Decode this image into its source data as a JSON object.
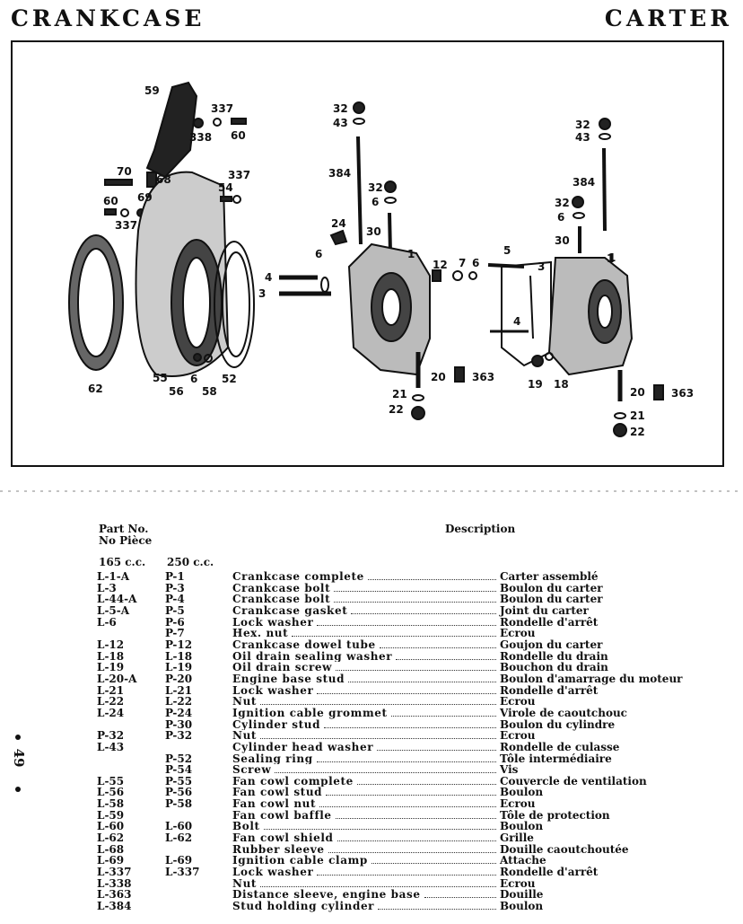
{
  "header": {
    "title_en": "CRANKCASE",
    "title_fr": "CARTER"
  },
  "diagram": {
    "callouts": [
      "59",
      "337",
      "338",
      "60",
      "70",
      "68",
      "337",
      "54",
      "60",
      "69",
      "337",
      "62",
      "55",
      "56",
      "6",
      "58",
      "52",
      "32",
      "43",
      "384",
      "32",
      "6",
      "24",
      "30",
      "6",
      "4",
      "3",
      "1",
      "12",
      "7",
      "6",
      "20",
      "363",
      "21",
      "22",
      "5",
      "1",
      "3",
      "4",
      "19",
      "18",
      "32",
      "43",
      "384",
      "32",
      "6",
      "30",
      "1",
      "20",
      "363",
      "21",
      "22"
    ]
  },
  "table": {
    "header_part": "Part No.",
    "header_part_fr": "No Pièce",
    "header_desc": "Description",
    "cc_165": "165 c.c.",
    "cc_250": "250 c.c.",
    "rows": [
      {
        "p165": "L-1-A",
        "p250": "P-1",
        "desc": "Crankcase complete",
        "fr": "Carter assemblé"
      },
      {
        "p165": "L-3",
        "p250": "P-3",
        "desc": "Crankcase bolt",
        "fr": "Boulon du carter"
      },
      {
        "p165": "L-44-A",
        "p250": "P-4",
        "desc": "Crankcase bolt",
        "fr": "Boulon du carter"
      },
      {
        "p165": "L-5-A",
        "p250": "P-5",
        "desc": "Crankcase gasket",
        "fr": "Joint du carter"
      },
      {
        "p165": "L-6",
        "p250": "P-6",
        "desc": "Lock washer",
        "fr": "Rondelle d'arrêt"
      },
      {
        "p165": "",
        "p250": "P-7",
        "desc": "Hex. nut",
        "fr": "Ecrou"
      },
      {
        "p165": "L-12",
        "p250": "P-12",
        "desc": "Crankcase dowel tube",
        "fr": "Goujon du carter"
      },
      {
        "p165": "L-18",
        "p250": "L-18",
        "desc": "Oil drain sealing washer",
        "fr": "Rondelle du drain"
      },
      {
        "p165": "L-19",
        "p250": "L-19",
        "desc": "Oil drain screw",
        "fr": "Bouchon du drain"
      },
      {
        "p165": "L-20-A",
        "p250": "P-20",
        "desc": "Engine base stud",
        "fr": "Boulon d'amarrage du moteur"
      },
      {
        "p165": "L-21",
        "p250": "L-21",
        "desc": "Lock washer",
        "fr": "Rondelle d'arrêt"
      },
      {
        "p165": "L-22",
        "p250": "L-22",
        "desc": "Nut",
        "fr": "Ecrou"
      },
      {
        "p165": "L-24",
        "p250": "P-24",
        "desc": "Ignition cable grommet",
        "fr": "Virole de caoutchouc"
      },
      {
        "p165": "",
        "p250": "P-30",
        "desc": "Cylinder stud",
        "fr": "Boulon du cylindre"
      },
      {
        "p165": "P-32",
        "p250": "P-32",
        "desc": "Nut",
        "fr": "Ecrou"
      },
      {
        "p165": "L-43",
        "p250": "",
        "desc": "Cylinder head washer",
        "fr": "Rondelle de culasse"
      },
      {
        "p165": "",
        "p250": "P-52",
        "desc": "Sealing ring",
        "fr": "Tôle intermédiaire"
      },
      {
        "p165": "",
        "p250": "P-54",
        "desc": "Screw",
        "fr": "Vis"
      },
      {
        "p165": "L-55",
        "p250": "P-55",
        "desc": "Fan cowl complete",
        "fr": "Couvercle de ventilation"
      },
      {
        "p165": "L-56",
        "p250": "P-56",
        "desc": "Fan cowl stud",
        "fr": "Boulon"
      },
      {
        "p165": "L-58",
        "p250": "P-58",
        "desc": "Fan cowl nut",
        "fr": "Ecrou"
      },
      {
        "p165": "L-59",
        "p250": "",
        "desc": "Fan cowl baffle",
        "fr": "Tôle de protection"
      },
      {
        "p165": "L-60",
        "p250": "L-60",
        "desc": "Bolt",
        "fr": "Boulon"
      },
      {
        "p165": "L-62",
        "p250": "L-62",
        "desc": "Fan cowl shield",
        "fr": "Grille"
      },
      {
        "p165": "L-68",
        "p250": "",
        "desc": "Rubber sleeve",
        "fr": "Douille caoutchoutée"
      },
      {
        "p165": "L-69",
        "p250": "L-69",
        "desc": "Ignition cable clamp",
        "fr": "Attache"
      },
      {
        "p165": "L-337",
        "p250": "L-337",
        "desc": "Lock washer",
        "fr": "Rondelle d'arrêt"
      },
      {
        "p165": "L-338",
        "p250": "",
        "desc": "Nut",
        "fr": "Ecrou"
      },
      {
        "p165": "L-363",
        "p250": "",
        "desc": "Distance sleeve, engine base",
        "fr": "Douille"
      },
      {
        "p165": "L-384",
        "p250": "",
        "desc": "Stud holding cylinder",
        "fr": "Boulon"
      }
    ]
  },
  "page_number": "49"
}
